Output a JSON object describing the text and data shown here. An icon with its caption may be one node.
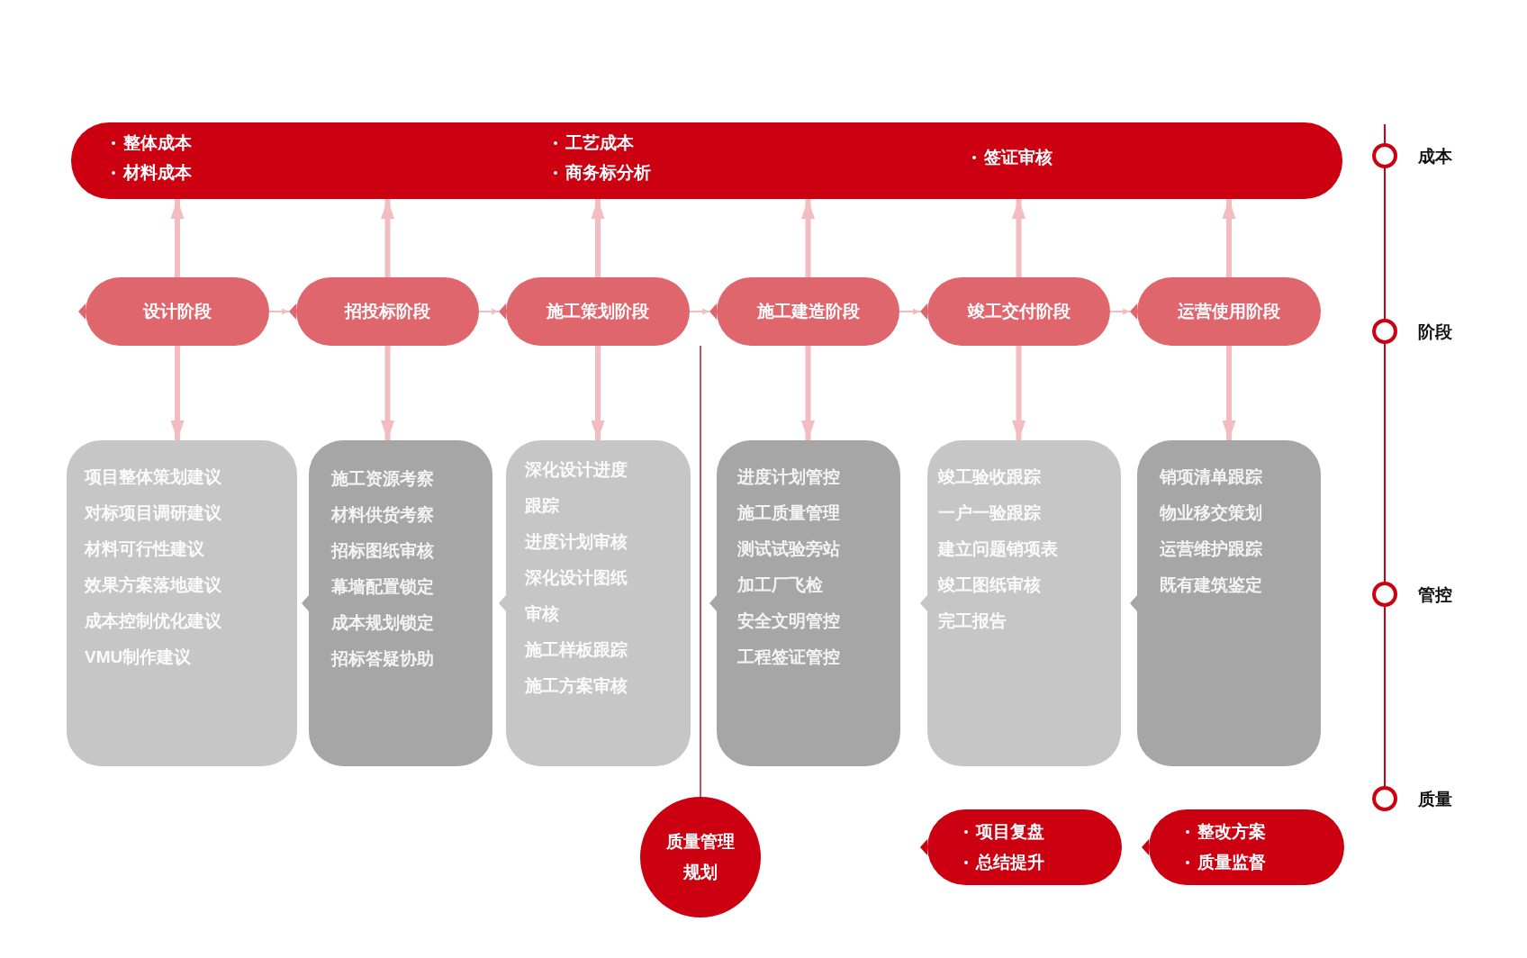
{
  "diagram": {
    "nodes": [
      {
        "text": [
          "整体成本",
          "材料成本",
          "工艺成本",
          "商务标分析",
          "签证审核"
        ]
      },
      {
        "text": [
          "设计阶段"
        ]
      },
      {
        "text": [
          "招投标阶段"
        ]
      },
      {
        "text": [
          "施工策划阶段"
        ]
      },
      {
        "text": [
          "施工建造阶段"
        ]
      },
      {
        "text": [
          "竣工交付阶段"
        ]
      },
      {
        "text": [
          "运营使用阶段"
        ]
      },
      {
        "text": [
          "项目整体策划建议",
          "对标项目调研建议",
          "材料可行性建议",
          "效果方案落地建议",
          "成本控制优化建议",
          "VMU制作建议"
        ]
      },
      {
        "text": [
          "施工资源考察",
          "材料供货考察",
          "招标图纸审核",
          "幕墙配置锁定",
          "成本规划锁定",
          "招标答疑协助"
        ]
      },
      {
        "text": [
          "深化设计进度跟踪",
          "进度计划审核",
          "深化设计图纸审核",
          "施工样板跟踪",
          "施工方案审核"
        ]
      },
      {
        "text": [
          "进度计划管控",
          "施工质量管理",
          "测试试验旁站",
          "加工厂飞检",
          "安全文明管控",
          "工程签证管控"
        ]
      },
      {
        "text": [
          "竣工验收跟踪",
          "一户一验跟踪",
          "建立问题销项表",
          "竣工图纸审核",
          "完工报告"
        ]
      },
      {
        "text": [
          "销项清单跟踪",
          "物业移交策划",
          "运营维护跟踪",
          "既有建筑鉴定"
        ]
      },
      {
        "text": [
          "质量管理规划"
        ]
      },
      {
        "text": [
          "项目复盘",
          "总结提升"
        ]
      },
      {
        "text": [
          "整改方案",
          "质量监督"
        ]
      }
    ],
    "edges": [
      {
        "from": 1,
        "to": 2,
        "arrow": "to"
      },
      {
        "from": 2,
        "to": 3,
        "arrow": "to"
      },
      {
        "from": 3,
        "to": 4,
        "arrow": "to"
      },
      {
        "from": 4,
        "to": 5,
        "arrow": "to"
      },
      {
        "from": 5,
        "to": 6,
        "arrow": "to"
      },
      {
        "from": 1,
        "to": 0,
        "arrow": "to"
      },
      {
        "from": 2,
        "to": 0,
        "arrow": "to"
      },
      {
        "from": 3,
        "to": 0,
        "arrow": "to"
      },
      {
        "from": 4,
        "to": 0,
        "arrow": "to"
      },
      {
        "from": 5,
        "to": 0,
        "arrow": "to"
      },
      {
        "from": 6,
        "to": 0,
        "arrow": "to"
      },
      {
        "from": 1,
        "to": 7,
        "arrow": "to"
      },
      {
        "from": 2,
        "to": 8,
        "arrow": "to"
      },
      {
        "from": 3,
        "to": 9,
        "arrow": "to"
      },
      {
        "from": 4,
        "to": 10,
        "arrow": "to"
      },
      {
        "from": 5,
        "to": 11,
        "arrow": "to"
      },
      {
        "from": 6,
        "to": 12,
        "arrow": "to"
      },
      {
        "from": null,
        "to": 13,
        "arrow": "none",
        "color": "#c25560"
      }
    ],
    "labels": [
      "成本",
      "阶段",
      "管控",
      "质量"
    ]
  }
}
